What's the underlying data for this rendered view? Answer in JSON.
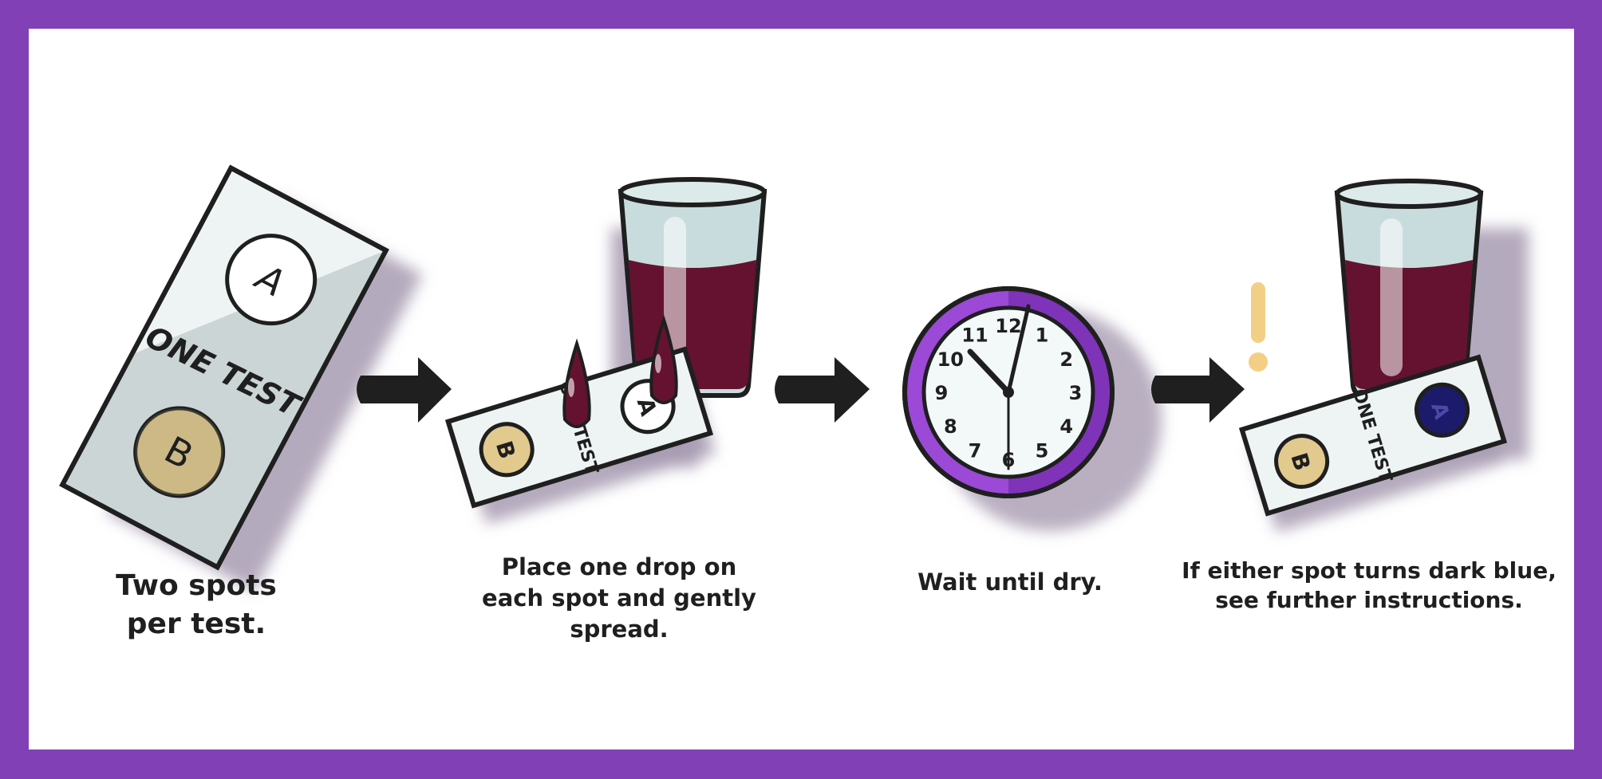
{
  "colors": {
    "border": "#8240b6",
    "ink": "#1f1f1f",
    "strip": "#eef4f4",
    "spot_tan": "#e2c98e",
    "wine": "#641230",
    "glass": "#c9dcdd",
    "clock_ring": "#9b49d6",
    "result_blue": "#1c1b6b",
    "alert": "#f3cf86",
    "shadow": "#a79bb1"
  },
  "step1": {
    "strip_label": "ONE TEST",
    "spot_a": "A",
    "spot_b": "B",
    "caption": "Two spots\nper test."
  },
  "step2": {
    "strip_label": "ONE TEST",
    "spot_a": "A",
    "spot_b": "B",
    "caption": "Place one drop on\neach spot and gently\nspread."
  },
  "step3": {
    "clock_numbers": [
      "12",
      "1",
      "2",
      "3",
      "4",
      "5",
      "6",
      "7",
      "8",
      "9",
      "10",
      "11"
    ],
    "caption": "Wait until dry."
  },
  "step4": {
    "strip_label": "ONE TEST",
    "spot_a": "A",
    "spot_b": "B",
    "caption": "If either spot turns dark blue,\nsee further instructions."
  },
  "icons": [
    "test-strip-icon",
    "arrow-right-icon",
    "wine-glass-icon",
    "drop-icon",
    "clock-icon",
    "exclamation-icon"
  ]
}
